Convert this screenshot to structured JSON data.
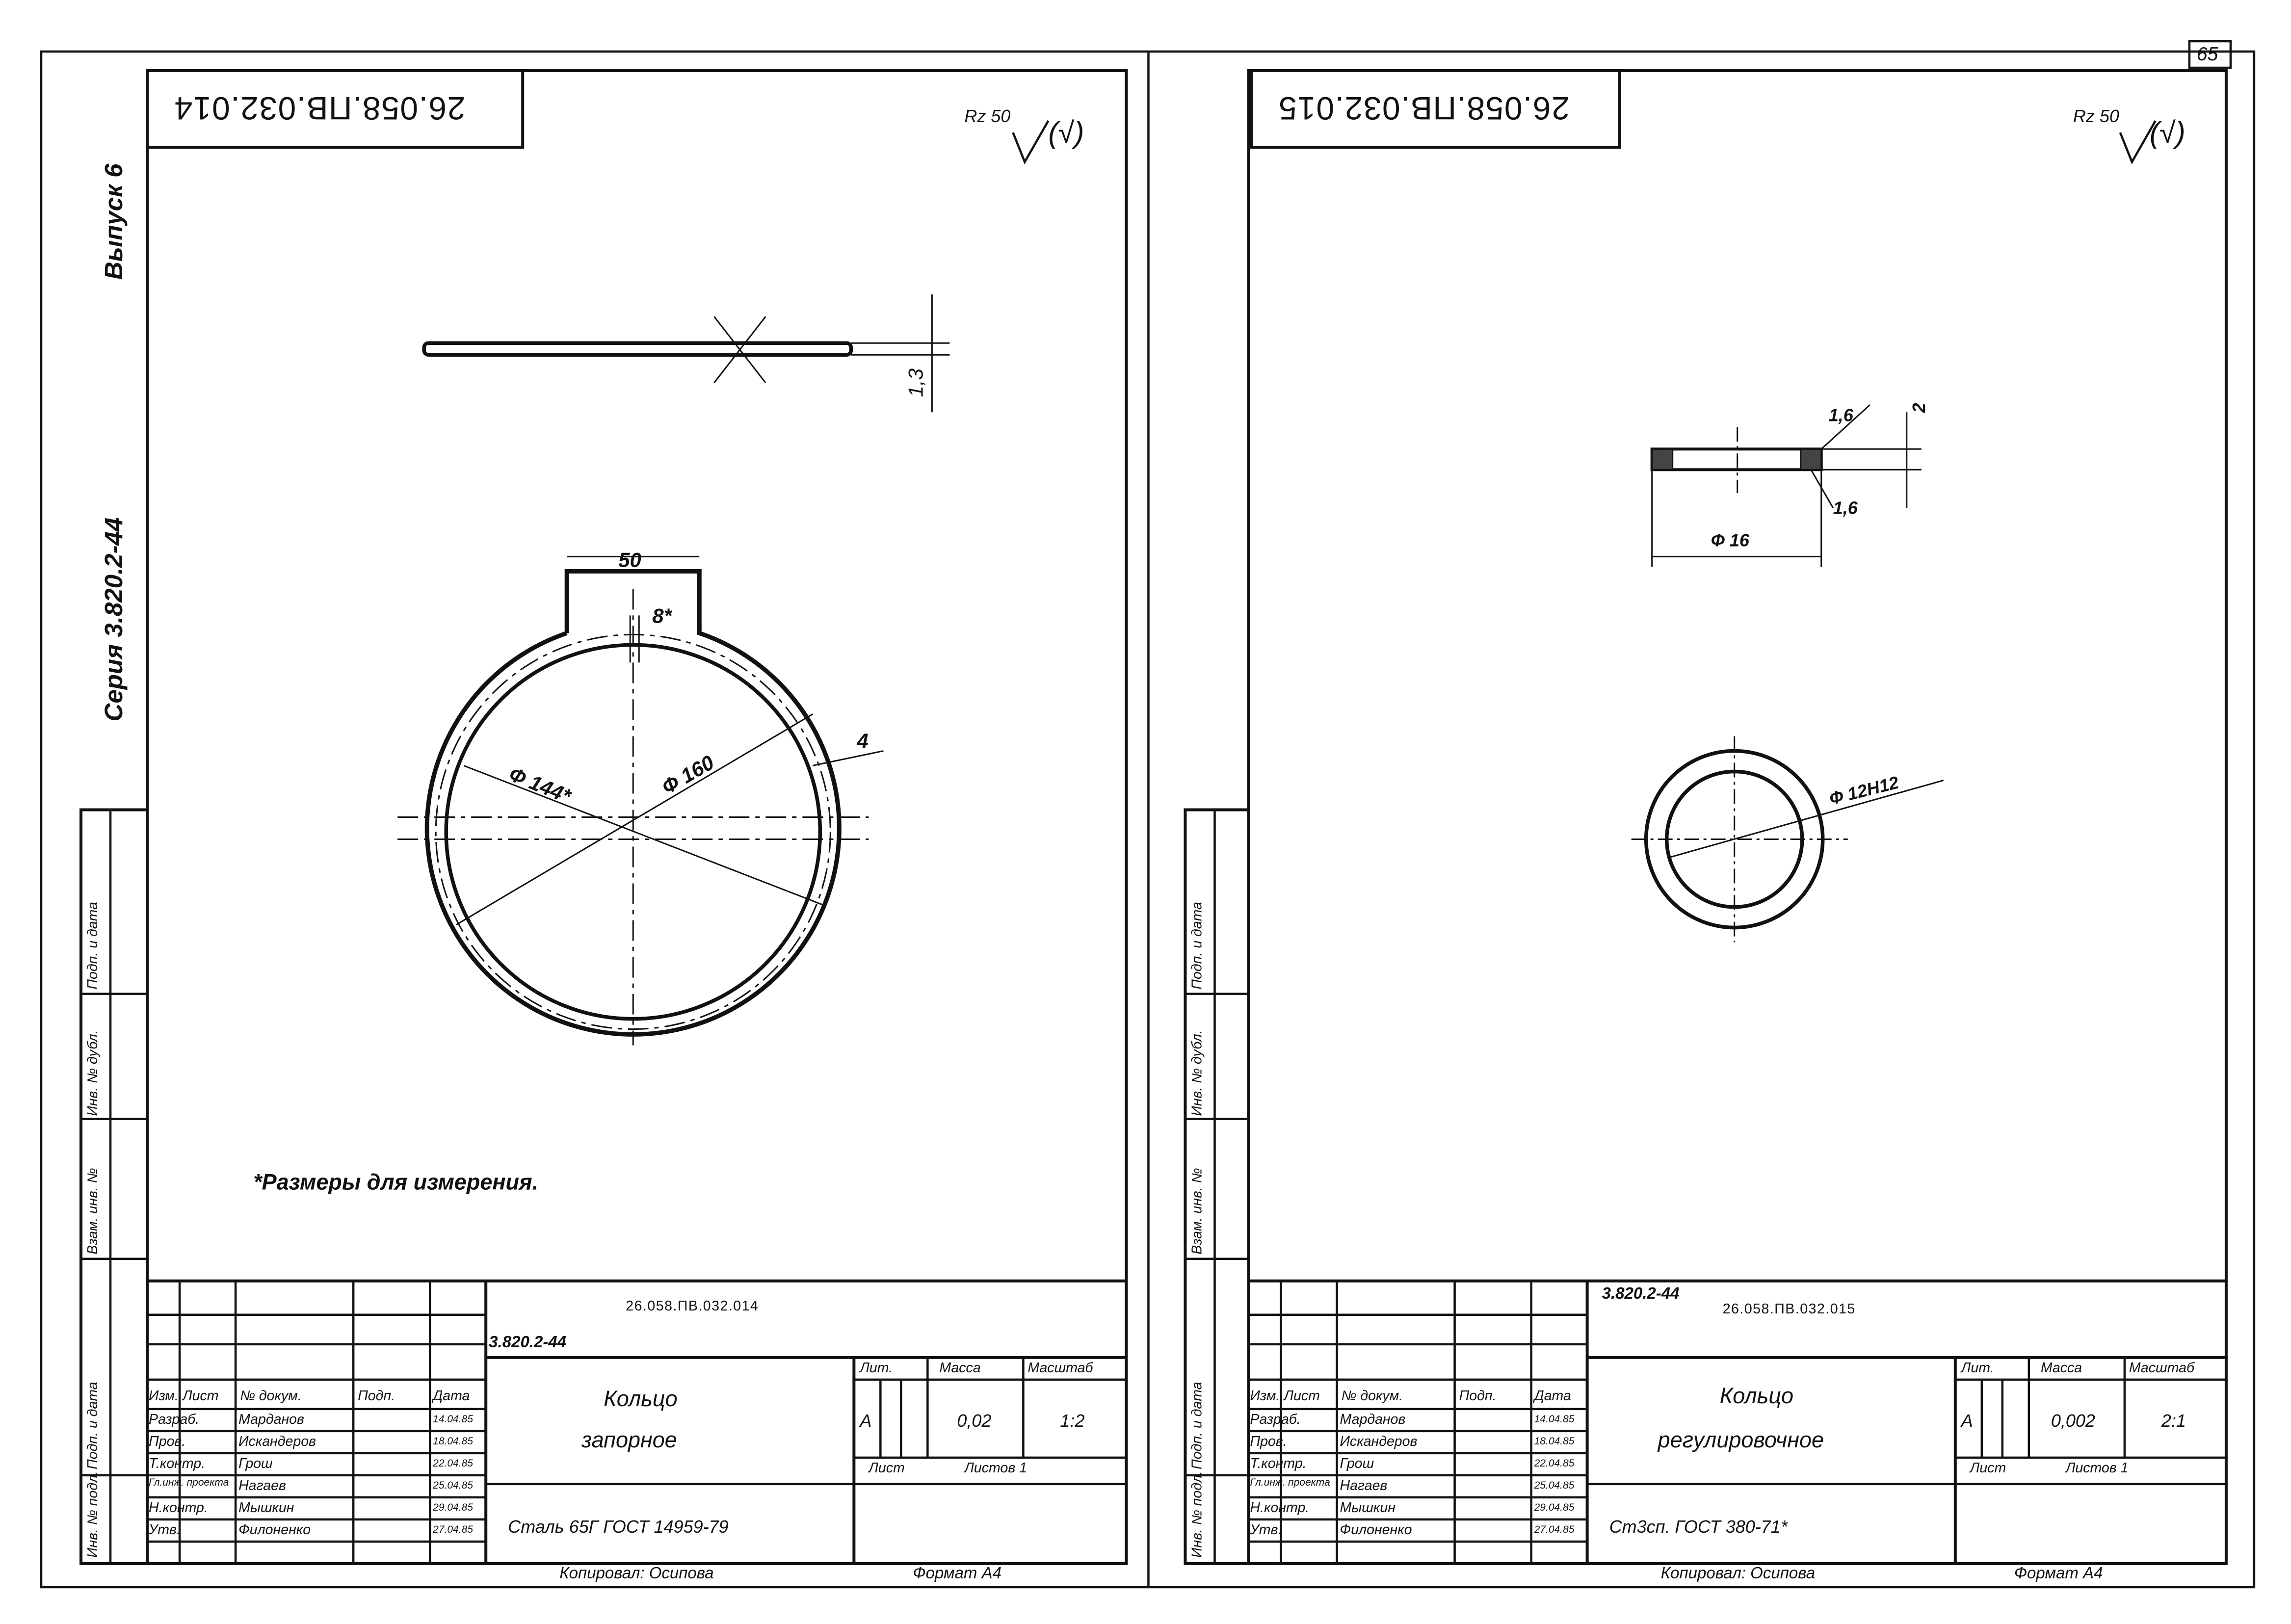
{
  "page_number": "65",
  "series_label": "Серия 3.820.2-44",
  "issue_label": "Выпуск 6",
  "side_strip": [
    "Инв. № подл.",
    "Подп. и дата",
    "Взам. инв. №",
    "Инв. № дубл.",
    "Подп. и дата"
  ],
  "roughness": {
    "value": "Rz 50",
    "suffix": "(√)"
  },
  "sheets": [
    {
      "rotated_code": "26.058.ПВ.032.014",
      "series_code": "3.820.2-44",
      "doc_code": "26.058.ПВ.032.014",
      "name_line1": "Кольцо",
      "name_line2": "запорное",
      "material": "Сталь 65Г  ГОСТ 14959-79",
      "lit": "А",
      "mass": "0,02",
      "scale": "1:2",
      "drawing_labels": {
        "thickness": "1,3",
        "tab_width": "50",
        "gap": "8*",
        "inner_dia": "Ф 144*",
        "outer_dia": "Ф 160",
        "width": "4"
      },
      "note": "*Размеры для измерения.",
      "dates": [
        "14.04.85",
        "18.04.85",
        "22.04.85",
        "25.04.85",
        "29.04.85",
        "27.04.85"
      ]
    },
    {
      "rotated_code": "26.058.ПВ.032.015",
      "series_code": "3.820.2-44",
      "doc_code": "26.058.ПВ.032.015",
      "name_line1": "Кольцо",
      "name_line2": "регулировочное",
      "material": "Ст3сп.  ГОСТ 380-71*",
      "lit": "А",
      "mass": "0,002",
      "scale": "2:1",
      "drawing_labels": {
        "chamfer_top": "1,6",
        "thickness": "2",
        "chamfer_bottom": "1,6",
        "outer_dia": "Ф 16",
        "inner_dia": "Ф 12Н12"
      },
      "dates": [
        "14.04.85",
        "18.04.85",
        "22.04.85",
        "25.04.85",
        "29.04.85",
        "27.04.85"
      ]
    }
  ],
  "title_block": {
    "headers": {
      "izm": "Изм.",
      "list": "Лист",
      "doc_no": "№ докум.",
      "sign": "Подп.",
      "date": "Дата"
    },
    "roles": [
      "Разраб.",
      "Пров.",
      "Т.контр.",
      "Гл.инж. проекта",
      "Н.контр.",
      "Утв."
    ],
    "names": [
      "Марданов",
      "Искандеров",
      "Грош",
      "Нагаев",
      "Мышкин",
      "Филоненко"
    ],
    "lit_header": "Лит.",
    "mass_header": "Масса",
    "scale_header": "Масштаб",
    "sheet_label": "Лист",
    "sheets_label": "Листов  1",
    "copied_by": "Копировал:  Осипова",
    "format": "Формат  А4"
  }
}
